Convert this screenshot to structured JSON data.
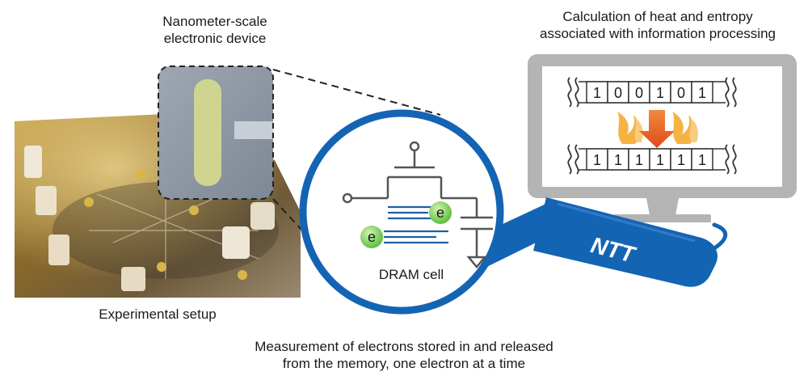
{
  "labels": {
    "device": [
      "Nanometer-scale",
      "electronic device"
    ],
    "heat": [
      "Calculation of heat and entropy",
      "associated with information processing"
    ],
    "setup": "Experimental setup",
    "measurement": [
      "Measurement of electrons stored in and released",
      "from the memory, one electron at a time"
    ],
    "dram": "DRAM cell",
    "probe_brand": "NTT",
    "electron_symbol": "e"
  },
  "bits": {
    "before": [
      "1",
      "0",
      "0",
      "1",
      "0",
      "1"
    ],
    "after": [
      "1",
      "1",
      "1",
      "1",
      "1",
      "1"
    ]
  },
  "colors": {
    "lens_blue": "#1464b4",
    "monitor_grey": "#b4b4b4",
    "electron_green": "#6ccb4a",
    "line_blue": "#1f5fa8",
    "arrow_orange": "#e8562a",
    "flame_orange": "#f5a623"
  }
}
